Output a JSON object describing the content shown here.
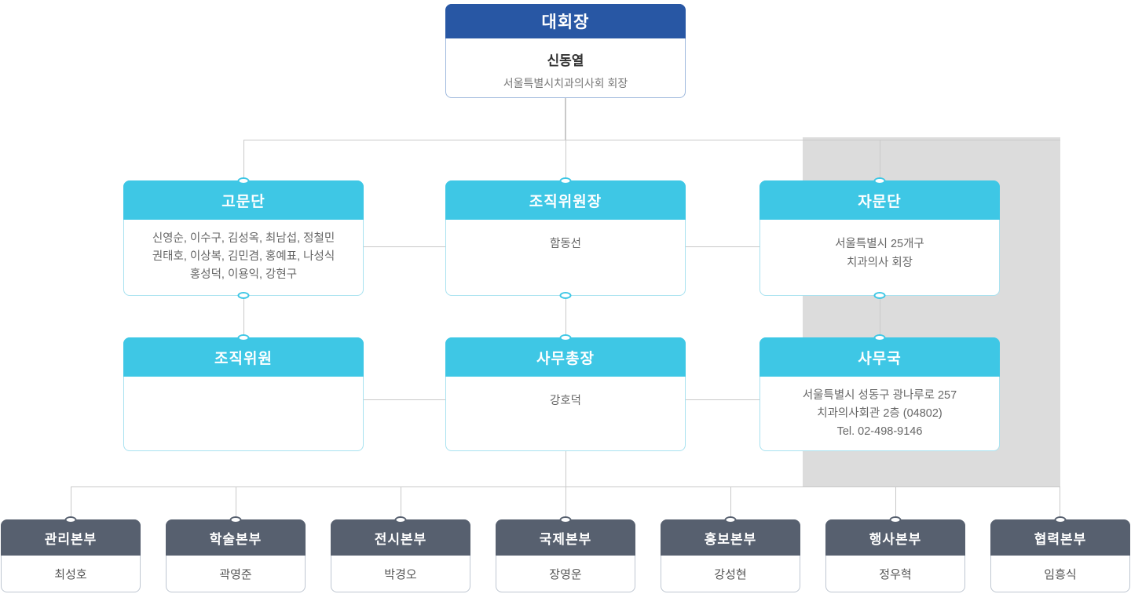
{
  "colors": {
    "blue": "#2857a4",
    "cyan": "#3ec7e5",
    "dark": "#57606f",
    "panel": "#dcdcdc",
    "line": "#c9c9c9"
  },
  "chairman": {
    "title": "대회장",
    "name": "신동열",
    "subtitle": "서울특별시치과의사회 회장"
  },
  "row2": [
    {
      "title": "고문단",
      "lines": [
        "신영순, 이수구, 김성옥, 최남섭, 정철민",
        "권태호, 이상복, 김민겸, 홍예표, 나성식",
        "홍성덕, 이용익, 강현구"
      ]
    },
    {
      "title": "조직위원장",
      "lines": [
        "함동선"
      ]
    },
    {
      "title": "자문단",
      "lines": [
        "서울특별시 25개구",
        "치과의사 회장"
      ]
    }
  ],
  "row3": [
    {
      "title": "조직위원",
      "lines": []
    },
    {
      "title": "사무총장",
      "lines": [
        "강호덕"
      ]
    },
    {
      "title": "사무국",
      "lines": [
        "서울특별시 성동구 광나루로 257",
        "치과의사회관 2층 (04802)",
        "Tel. 02-498-9146"
      ]
    }
  ],
  "departments": [
    {
      "title": "관리본부",
      "name": "최성호"
    },
    {
      "title": "학술본부",
      "name": "곽영준"
    },
    {
      "title": "전시본부",
      "name": "박경오"
    },
    {
      "title": "국제본부",
      "name": "장영운"
    },
    {
      "title": "홍보본부",
      "name": "강성현"
    },
    {
      "title": "행사본부",
      "name": "정우혁"
    },
    {
      "title": "협력본부",
      "name": "임흥식"
    }
  ]
}
